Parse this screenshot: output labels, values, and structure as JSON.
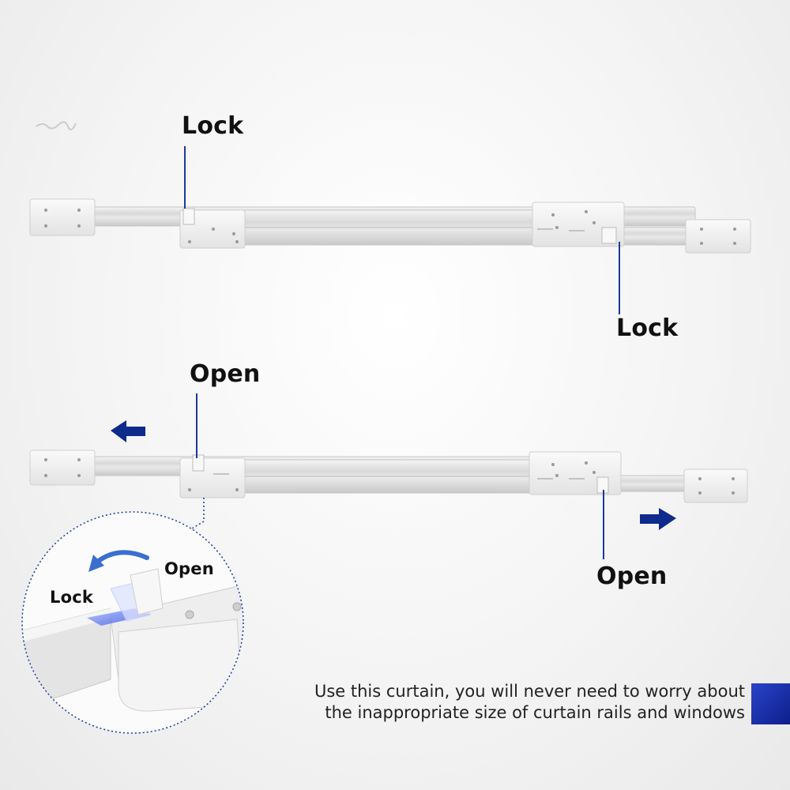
{
  "labels": {
    "lock_top_left": "Lock",
    "lock_top_right": "Lock",
    "open_bottom_left": "Open",
    "open_bottom_right": "Open",
    "detail_open": "Open",
    "detail_lock": "Lock"
  },
  "caption": {
    "line1": "Use this curtain, you will never need to worry about",
    "line2": "the inappropriate size of curtain rails and windows"
  },
  "colors": {
    "accent": "#1a2fa8",
    "arrow": "#0d2a8c",
    "pointer_line": "#1b3a9a",
    "rail": "#dcdcdc",
    "bracket": "#eeeeee",
    "lock_glow": "#6f85f0"
  },
  "icons": {
    "arrow_left": "arrow-left-icon",
    "arrow_right": "arrow-right-icon",
    "curved_arrow": "curved-arrow-icon"
  }
}
